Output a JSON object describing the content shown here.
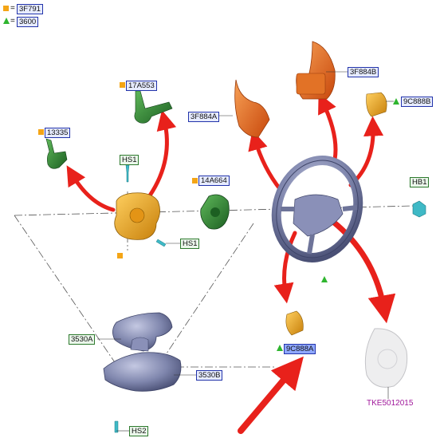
{
  "legend": {
    "square_value": "3F791",
    "triangle_value": "3600",
    "equals": "="
  },
  "labels": {
    "p_3F884B": "3F884B",
    "p_3F884A": "3F884A",
    "p_9C888B": "9C888B",
    "p_17A553": "17A553",
    "p_13335": "13335",
    "p_HS1_top": "HS1",
    "p_14A664": "14A664",
    "p_HB1": "HB1",
    "p_HS1_bottom": "HS1",
    "p_3530A": "3530A",
    "p_3530B": "3530B",
    "p_9C888A": "9C888A",
    "p_HS2": "HS2"
  },
  "code": "TKE5012015",
  "colors": {
    "arrow": "#e8211b",
    "orange_part": "#e8641a",
    "yellow_part": "#f0a51c",
    "green_part": "#2e8a36",
    "steel": "#7d83a8",
    "teal": "#3fb9c6",
    "label_blue": "#2233aa",
    "label_green": "#2d7a2d",
    "code_magenta": "#a0189b"
  }
}
